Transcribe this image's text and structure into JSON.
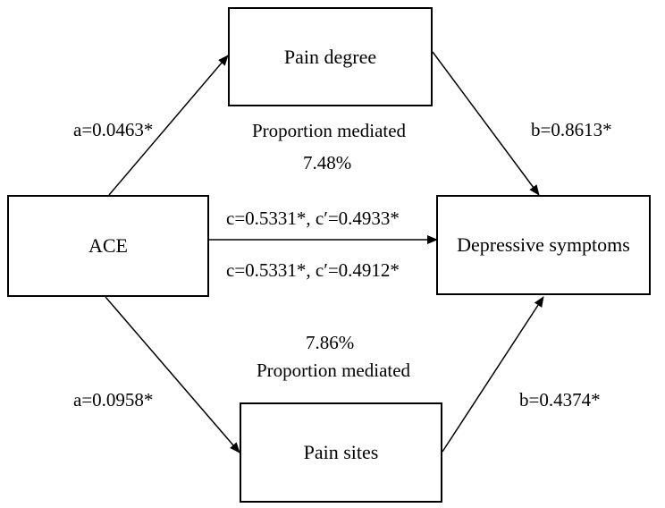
{
  "nodes": {
    "pain_degree": "Pain degree",
    "ace": "ACE",
    "depressive_symptoms": "Depressive symptoms",
    "pain_sites": "Pain sites"
  },
  "paths": {
    "a_top": "a=0.0463*",
    "b_top": "b=0.8613*",
    "c_top": "c=0.5331*, c′=0.4933*",
    "c_bottom": "c=0.5331*, c′=0.4912*",
    "a_bottom": "a=0.0958*",
    "b_bottom": "b=0.4374*"
  },
  "mediation": {
    "top_label": "Proportion mediated",
    "top_value": "7.48%",
    "bottom_value": "7.86%",
    "bottom_label": "Proportion mediated"
  }
}
